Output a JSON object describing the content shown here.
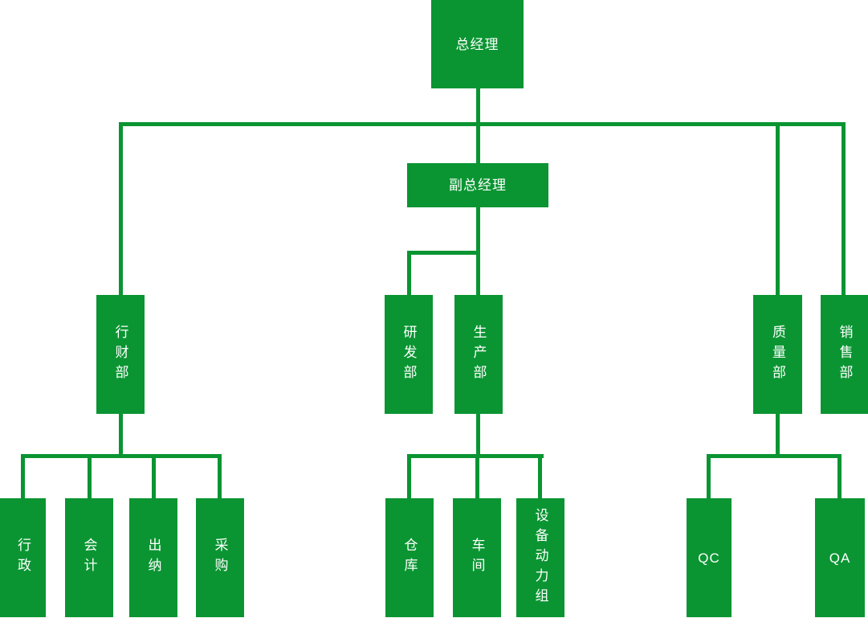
{
  "diagram_type": "org-chart",
  "colors": {
    "green": "#0a9532",
    "text": "#ffffff",
    "background": "#ffffff"
  },
  "nodes": {
    "general_manager": {
      "label": "总经理"
    },
    "deputy_general_manager": {
      "label": "副总经理"
    },
    "finance_admin_dept": {
      "label": "行财部"
    },
    "rnd_dept": {
      "label": "研发部"
    },
    "production_dept": {
      "label": "生产部"
    },
    "quality_dept": {
      "label": "质量部"
    },
    "sales_dept": {
      "label": "销售部"
    },
    "administration": {
      "label": "行政"
    },
    "accounting": {
      "label": "会计"
    },
    "cashier": {
      "label": "出纳"
    },
    "procurement": {
      "label": "采购"
    },
    "warehouse": {
      "label": "仓库"
    },
    "workshop": {
      "label": "车间"
    },
    "equipment_power_group": {
      "label": "设备动力组"
    },
    "qc": {
      "label": "QC"
    },
    "qa": {
      "label": "QA"
    }
  },
  "hierarchy": {
    "label": "总经理",
    "children": [
      {
        "label": "行财部",
        "children": [
          {
            "label": "行政"
          },
          {
            "label": "会计"
          },
          {
            "label": "出纳"
          },
          {
            "label": "采购"
          }
        ]
      },
      {
        "label": "副总经理",
        "children": [
          {
            "label": "研发部"
          },
          {
            "label": "生产部",
            "children": [
              {
                "label": "仓库"
              },
              {
                "label": "车间"
              },
              {
                "label": "设备动力组"
              }
            ]
          }
        ]
      },
      {
        "label": "质量部",
        "children": [
          {
            "label": "QC"
          },
          {
            "label": "QA"
          }
        ]
      },
      {
        "label": "销售部"
      }
    ]
  }
}
